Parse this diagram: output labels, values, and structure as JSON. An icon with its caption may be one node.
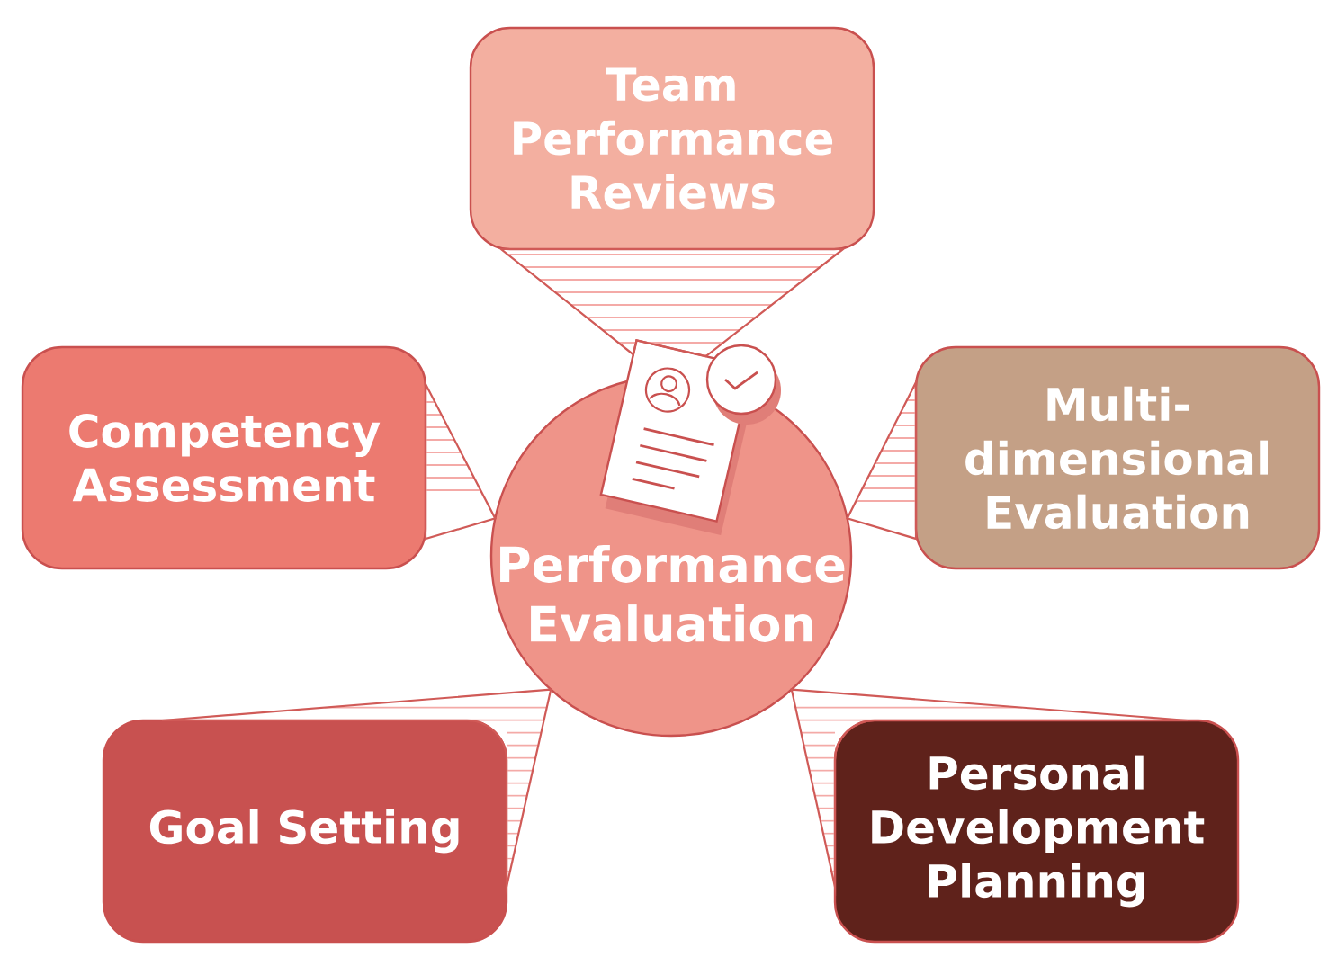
{
  "diagram": {
    "nodes": [
      {
        "text": [
          "Team Performance Reviews"
        ]
      },
      {
        "text": [
          "Competency Assessment"
        ]
      },
      {
        "text": [
          "Multi-dimensional Evaluation"
        ]
      },
      {
        "text": [
          "Performance Evaluation"
        ]
      },
      {
        "text": [
          "Goal Setting"
        ]
      },
      {
        "text": [
          "Personal Development Planning"
        ]
      }
    ],
    "edges": [
      {
        "from": 0,
        "to": 3,
        "arrow": "none"
      },
      {
        "from": 1,
        "to": 3,
        "arrow": "none"
      },
      {
        "from": 2,
        "to": 3,
        "arrow": "none"
      },
      {
        "from": 4,
        "to": 3,
        "arrow": "none"
      },
      {
        "from": 5,
        "to": 3,
        "arrow": "none"
      }
    ]
  }
}
